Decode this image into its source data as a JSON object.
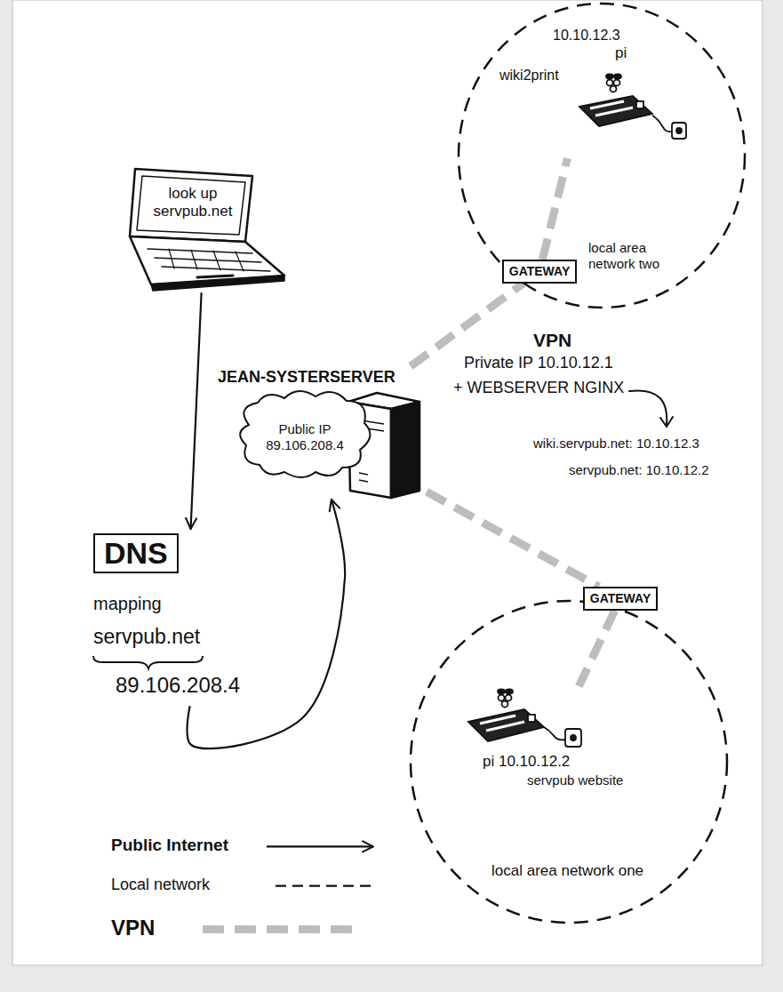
{
  "diagram": {
    "nodes": [
      {
        "text": [
          "look up servpub.net"
        ]
      },
      {
        "text": [
          "DNS",
          "mapping",
          "servpub.net",
          "89.106.208.4"
        ]
      },
      {
        "text": [
          "JEAN-SYSTERSERVER",
          "Public IP 89.106.208.4"
        ]
      },
      {
        "text": [
          "local area network two"
        ]
      },
      {
        "text": [
          "10.10.12.3",
          "pi",
          "wiki2print"
        ],
        "in": 3
      },
      {
        "text": [
          "GATEWAY"
        ],
        "in": 3
      },
      {
        "text": [
          "local area network one"
        ]
      },
      {
        "text": [
          "GATEWAY"
        ],
        "in": 6
      },
      {
        "text": [
          "pi 10.10.12.2",
          "servpub website"
        ],
        "in": 6
      }
    ],
    "edges": [
      {
        "from": 0,
        "to": 1,
        "arrow": "to"
      },
      {
        "from": 1,
        "to": 2,
        "arrow": "to"
      },
      {
        "from": 2,
        "to": 5,
        "arrow": "none"
      },
      {
        "from": 5,
        "to": 4,
        "arrow": "none"
      },
      {
        "from": 2,
        "to": 7,
        "arrow": "none"
      },
      {
        "from": 7,
        "to": 8,
        "arrow": "none"
      }
    ],
    "labels": [
      "VPN",
      "Private IP 10.10.12.1",
      "+ WEBSERVER NGINX",
      "wiki.servpub.net: 10.10.12.3",
      "servpub.net: 10.10.12.2"
    ],
    "legend": [
      {
        "text": "Public Internet"
      },
      {
        "text": "Local network"
      },
      {
        "text": "VPN"
      }
    ]
  }
}
